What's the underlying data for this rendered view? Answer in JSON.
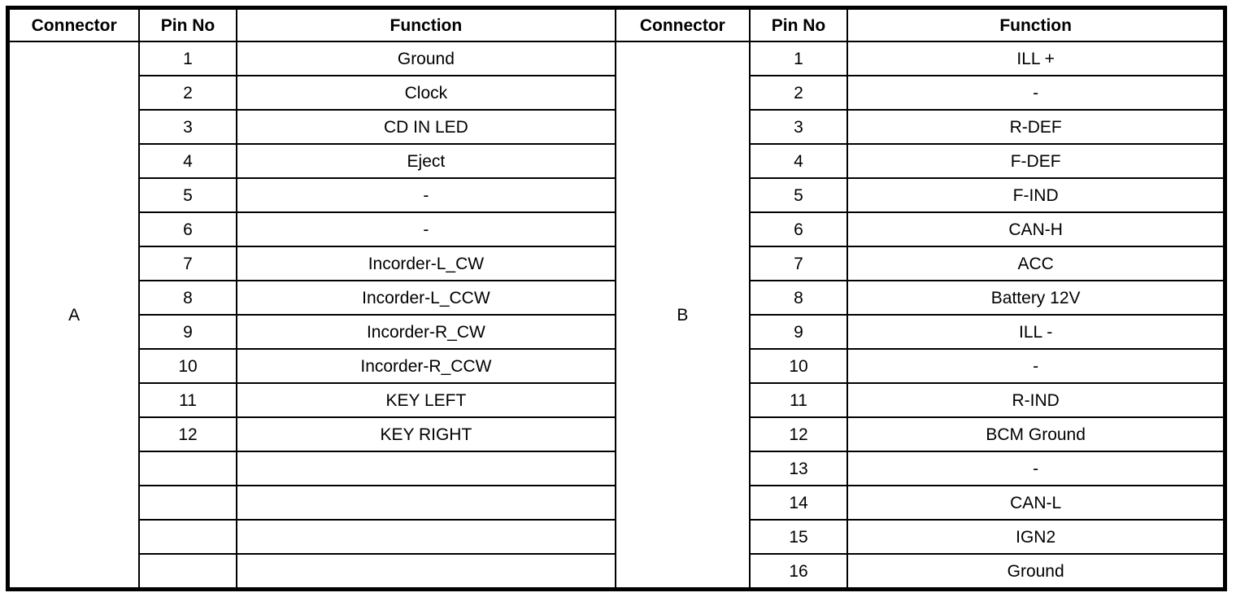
{
  "headers": {
    "connector": "Connector",
    "pin_no": "Pin No",
    "function": "Function"
  },
  "tables": [
    {
      "connector": "A",
      "rows": [
        {
          "pin": "1",
          "function": "Ground"
        },
        {
          "pin": "2",
          "function": "Clock"
        },
        {
          "pin": "3",
          "function": "CD IN LED"
        },
        {
          "pin": "4",
          "function": "Eject"
        },
        {
          "pin": "5",
          "function": "-"
        },
        {
          "pin": "6",
          "function": "-"
        },
        {
          "pin": "7",
          "function": "Incorder-L_CW"
        },
        {
          "pin": "8",
          "function": "Incorder-L_CCW"
        },
        {
          "pin": "9",
          "function": "Incorder-R_CW"
        },
        {
          "pin": "10",
          "function": "Incorder-R_CCW"
        },
        {
          "pin": "11",
          "function": "KEY LEFT"
        },
        {
          "pin": "12",
          "function": "KEY RIGHT"
        },
        {
          "pin": "",
          "function": ""
        },
        {
          "pin": "",
          "function": ""
        },
        {
          "pin": "",
          "function": ""
        },
        {
          "pin": "",
          "function": ""
        }
      ]
    },
    {
      "connector": "B",
      "rows": [
        {
          "pin": "1",
          "function": "ILL +"
        },
        {
          "pin": "2",
          "function": "-"
        },
        {
          "pin": "3",
          "function": "R-DEF"
        },
        {
          "pin": "4",
          "function": "F-DEF"
        },
        {
          "pin": "5",
          "function": "F-IND"
        },
        {
          "pin": "6",
          "function": "CAN-H"
        },
        {
          "pin": "7",
          "function": "ACC"
        },
        {
          "pin": "8",
          "function": "Battery 12V"
        },
        {
          "pin": "9",
          "function": "ILL -"
        },
        {
          "pin": "10",
          "function": "-"
        },
        {
          "pin": "11",
          "function": "R-IND"
        },
        {
          "pin": "12",
          "function": "BCM Ground"
        },
        {
          "pin": "13",
          "function": "-"
        },
        {
          "pin": "14",
          "function": "CAN-L"
        },
        {
          "pin": "15",
          "function": "IGN2"
        },
        {
          "pin": "16",
          "function": "Ground"
        }
      ]
    }
  ],
  "colors": {
    "border": "#000000",
    "background": "#ffffff",
    "text": "#000000"
  }
}
